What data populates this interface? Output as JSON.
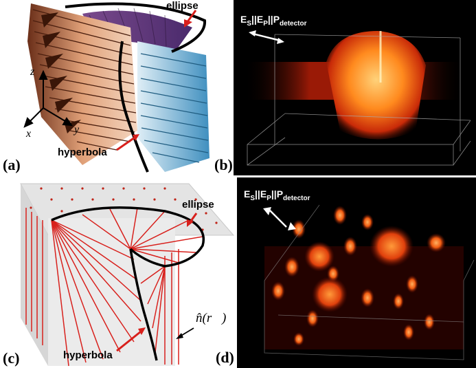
{
  "panels": {
    "a": {
      "label": "(a)",
      "ellipse": "ellipse",
      "hyperbola": "hyperbola",
      "axes": {
        "z": "z",
        "x": "x",
        "y": "y"
      }
    },
    "b": {
      "label": "(b)",
      "pol_E": "E",
      "pol_s": "S",
      "pol_sep1": "||E",
      "pol_p": "P",
      "pol_sep2": "||P",
      "pol_det": "detector"
    },
    "c": {
      "label": "(c)",
      "ellipse": "ellipse",
      "hyperbola": "hyperbola",
      "normal": "n̂(r⃗)"
    },
    "d": {
      "label": "(d)",
      "pol_E": "E",
      "pol_s": "S",
      "pol_sep1": "||E",
      "pol_p": "P",
      "pol_sep2": "||P",
      "pol_det": "detector"
    }
  },
  "colors": {
    "accent": "#d8201c",
    "dark_bg": "#000000",
    "glow": "#ff7a1a"
  }
}
